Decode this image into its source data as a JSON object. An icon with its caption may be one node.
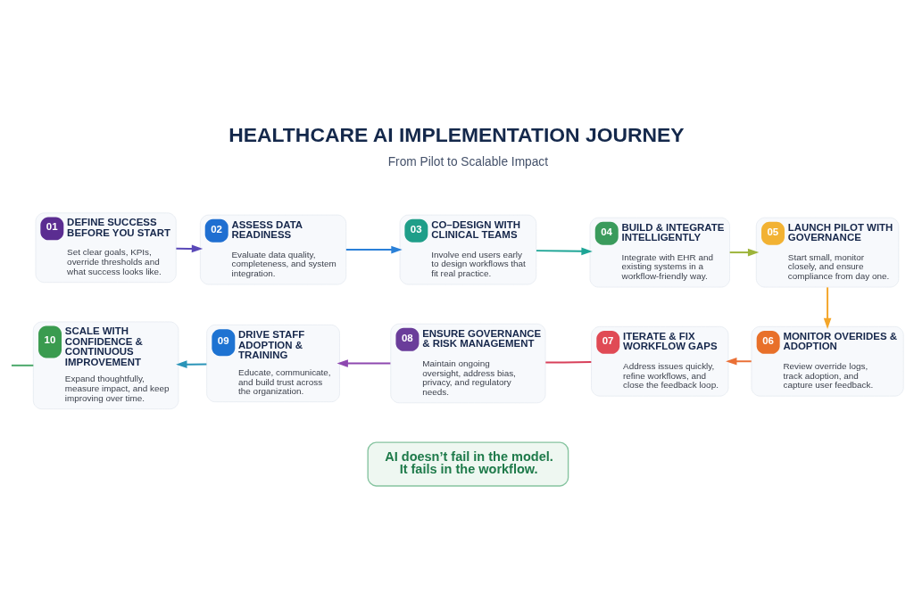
{
  "diagram": {
    "title": "HEALTHCARE AI IMPLEMENTATION JOURNEY",
    "nodes": [
      {
        "text": [
          "01",
          "DEFINE SUCCESS BEFORE YOU START",
          "Set clear goals, KPIs, override thresholds and what success looks like."
        ]
      },
      {
        "text": [
          "02",
          "ASSESS DATA READINESS",
          "Evaluate data quality, completeness, and system integration."
        ]
      },
      {
        "text": [
          "03",
          "CO–DESIGN WITH CLINICAL TEAMS",
          "Involve end users early to design workflows that fit real practice."
        ]
      },
      {
        "text": [
          "04",
          "BUILD & INTEGRATE INTELLIGENTLY",
          "Integrate with EHR and existing systems in a workflow-friendly way."
        ]
      },
      {
        "text": [
          "05",
          "LAUNCH PILOT WITH GOVERNANCE",
          "Start small, monitor closely, and ensure compliance from day one."
        ]
      },
      {
        "text": [
          "06",
          "MONITOR OVERIDES & ADOPTION",
          "Review override logs, track adoption, and capture user feedback."
        ]
      },
      {
        "text": [
          "07",
          "ITERATE & FIX WORKFLOW GAPS",
          "Address issues quickly, refine workflows, and close the feedback loop."
        ]
      },
      {
        "text": [
          "08",
          "ENSURE GOVERNANCE & RISK MANAGEMENT",
          "Maintain ongoing oversight, address bias, privacy, and regulatory needs."
        ]
      },
      {
        "text": [
          "09",
          "DRIVE STAFF ADOPTION & TRAINING",
          "Educate, communicate, and build trust across the organization."
        ]
      },
      {
        "text": [
          "10",
          "SCALE WITH CONFIDENCE & CONTINUOUS IMPROVEMENT",
          "Expand thoughtfully, measure impact, and keep improving over time."
        ]
      },
      {
        "text": [
          "AI doesn’t fail in the model. It fails in the workflow."
        ]
      }
    ],
    "edges": [
      {
        "from": 0,
        "to": 1,
        "arrow": "to",
        "color": "#5a49b8"
      },
      {
        "from": 1,
        "to": 2,
        "arrow": "to",
        "color": "#2a80d8"
      },
      {
        "from": 2,
        "to": 3,
        "arrow": "to",
        "color": "#1ea596"
      },
      {
        "from": 3,
        "to": 4,
        "arrow": "to",
        "color": "#9db43a"
      },
      {
        "from": 4,
        "to": 5,
        "arrow": "to",
        "color": "#f4a62a"
      },
      {
        "from": 5,
        "to": 6,
        "arrow": "to",
        "color": "#ea7036"
      },
      {
        "from": 6,
        "to": 7,
        "arrow": "none",
        "color": "#d8405a"
      },
      {
        "from": 7,
        "to": 8,
        "arrow": "to",
        "color": "#8e48b0"
      },
      {
        "from": 8,
        "to": 9,
        "arrow": "to",
        "color": "#2a94b8"
      },
      {
        "from": 9,
        "to": null,
        "arrow": "none",
        "color": "#4aa86a"
      }
    ],
    "labels": [
      "From Pilot to Scalable Impact"
    ]
  }
}
